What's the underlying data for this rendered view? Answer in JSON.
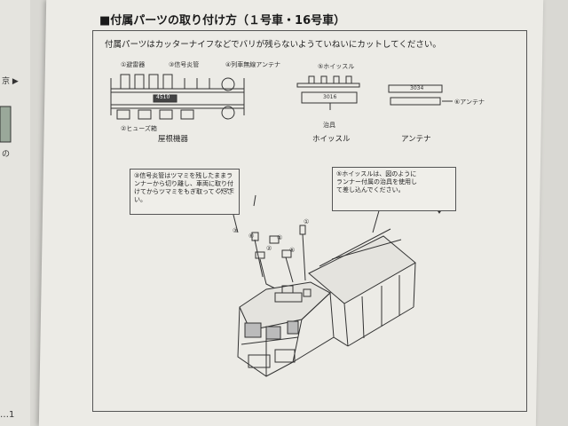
{
  "section_title": "■付属パーツの取り付け方（１号車・16号車）",
  "instruction": "付属パーツはカッターナイフなどでバリが残らないようていねいにカットしてください。",
  "parts": {
    "lightning_arrester": "①避雷器",
    "signal_horn": "③信号炎管",
    "train_radio_antenna": "④列車無線アンテナ",
    "fuse_box": "②ヒューズ箱",
    "roof_equipment": "屋根機器",
    "whistle_label": "⑤ホイッスル",
    "jig": "治具",
    "whistle": "ホイッスル",
    "antenna_label": "⑥アンテナ",
    "antenna": "アンテナ",
    "runner_code_left": "4510",
    "runner_code_mid": "3016",
    "runner_code_right": "3034"
  },
  "notes": {
    "signal_note": "③信号炎管はツマミを残したままランナーから切り離し、車両に取り付けてからツマミをもぎ取ってください。",
    "knob": "ツマミ",
    "whistle_note": "⑤ホイッスルは、図のようにランナー付属の治具を使用して差し込んでください。"
  },
  "callouts": [
    "③",
    "⑥",
    "②",
    "④",
    "⑤",
    "①"
  ],
  "left_edge": {
    "arrow_text": "京 ▶",
    "small_text": "の",
    "page_marker": "…1"
  }
}
